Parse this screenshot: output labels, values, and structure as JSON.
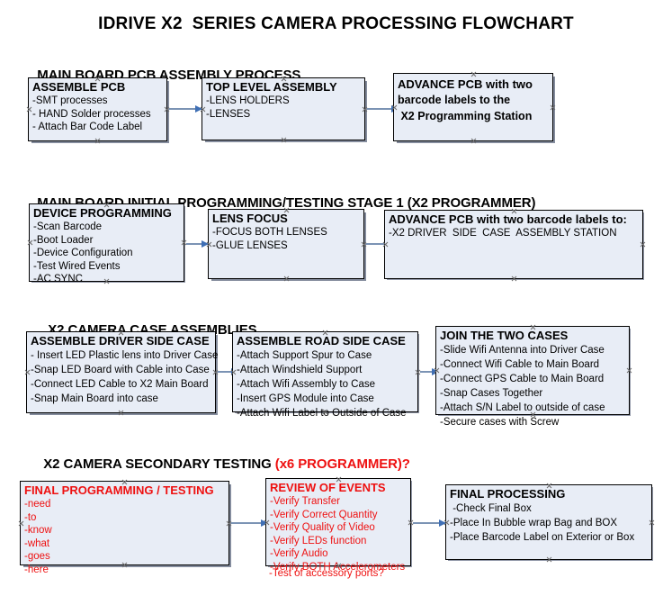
{
  "document": {
    "title": "IDRIVE X2  SERIES CAMERA PROCESSING FLOWCHART",
    "page_background": "#ffffff",
    "node_fill": "#e8edf6",
    "node_border": "#000000",
    "accent_red": "#ee1111",
    "connector_color": "#7b93b4"
  },
  "sections": [
    {
      "id": "main-board-pcb-assembly",
      "heading": "MAIN BOARD PCB ASSEMBLY PROCESS",
      "heading_accent": "",
      "nodes": [
        {
          "id": "assemble-pcb",
          "title": "ASSEMBLE PCB",
          "lines": [
            "-SMT processes",
            "- HAND Solder processes",
            "- Attach Bar Code Label"
          ]
        },
        {
          "id": "top-level-assembly",
          "title": "TOP LEVEL ASSEMBLY",
          "lines": [
            "-LENS HOLDERS",
            "-LENSES"
          ]
        },
        {
          "id": "advance-pcb-to-x2-station",
          "title": "ADVANCE PCB with two",
          "lines": [
            "barcode labels to the",
            " X2 Programming Station"
          ]
        }
      ]
    },
    {
      "id": "main-board-initial-programming",
      "heading": "MAIN BOARD INITIAL PROGRAMMING/TESTING STAGE 1 (X2 PROGRAMMER)",
      "heading_accent": "",
      "nodes": [
        {
          "id": "device-programming",
          "title": "DEVICE PROGRAMMING",
          "lines": [
            "-Scan Barcode",
            "-Boot Loader",
            "-Device Configuration",
            "-Test Wired Events",
            "-AC SYNC"
          ]
        },
        {
          "id": "lens-focus",
          "title": "LENS FOCUS",
          "lines": [
            "-FOCUS BOTH LENSES",
            "-GLUE LENSES"
          ]
        },
        {
          "id": "advance-pcb-to-driver-side",
          "title": "ADVANCE PCB with two barcode labels to:",
          "lines": [
            "-X2 DRIVER  SIDE  CASE  ASSEMBLY STATION"
          ]
        }
      ]
    },
    {
      "id": "x2-camera-case-assemblies",
      "heading": "X2 CAMERA CASE ASSEMBLIES",
      "heading_accent": "",
      "nodes": [
        {
          "id": "assemble-driver-side-case",
          "title": "ASSEMBLE DRIVER SIDE CASE",
          "lines": [
            "- Insert LED Plastic lens into Driver Case",
            "-Snap LED Board with Cable into Case",
            "-Connect LED Cable to X2 Main Board",
            "-Snap Main Board into case"
          ]
        },
        {
          "id": "assemble-road-side-case",
          "title": "ASSEMBLE ROAD SIDE CASE",
          "lines": [
            "-Attach Support Spur to Case",
            "-Attach Windshield Support",
            "-Attach Wifi Assembly to Case",
            "-Insert GPS Module into Case",
            "-Attach Wifi Label to Outside of Case"
          ]
        },
        {
          "id": "join-the-two-cases",
          "title": "JOIN THE TWO CASES",
          "lines": [
            "-Slide Wifi Antenna into Driver Case",
            "-Connect Wifi Cable to Main Board",
            "-Connect GPS Cable to Main Board",
            "-Snap Cases Together",
            "-Attach S/N Label to outside of case",
            "-Secure cases with Screw"
          ]
        }
      ]
    },
    {
      "id": "x2-camera-secondary-testing",
      "heading": "X2 CAMERA SECONDARY TESTING ",
      "heading_accent": "(x6 PROGRAMMER)?",
      "nodes": [
        {
          "id": "final-programming-testing",
          "title": "FINAL PROGRAMMING / TESTING",
          "lines": [
            "-need",
            "-to",
            "-know",
            "-what",
            "-goes",
            "-here"
          ]
        },
        {
          "id": "review-of-events",
          "title": "REVIEW OF EVENTS",
          "lines": [
            "-Verify Transfer",
            "-Verify Correct Quantity",
            "-Verify Quality of Video",
            "-Verify LEDs function",
            "-Verify Audio",
            "-Verify BOTH Accelerometers"
          ],
          "overflow_line": "-Test of accessory ports?"
        },
        {
          "id": "final-processing",
          "title": "FINAL PROCESSING",
          "lines": [
            " -Check Final Box",
            "-Place In Bubble wrap Bag and BOX",
            "-Place Barcode Label on Exterior or Box"
          ]
        }
      ]
    }
  ]
}
